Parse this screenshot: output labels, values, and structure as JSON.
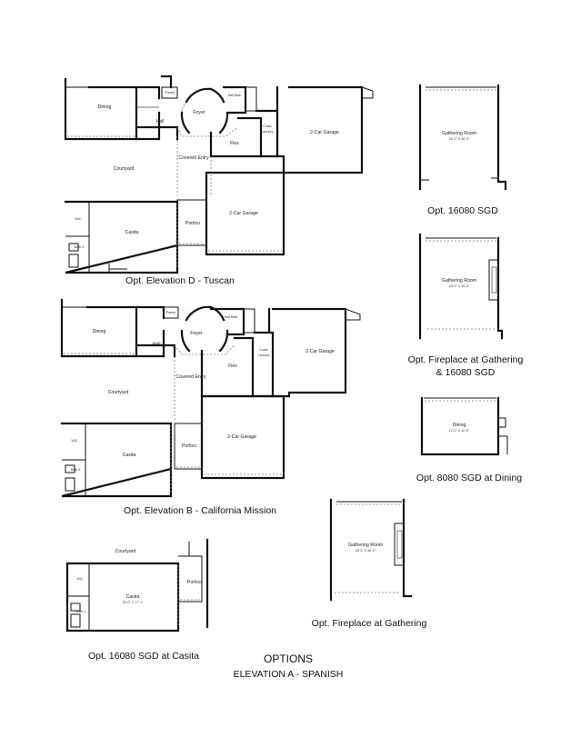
{
  "sheet": {
    "title": "OPTIONS",
    "subtitle": "ELEVATION A - SPANISH"
  },
  "plans": {
    "tuscan": {
      "caption": "Opt. Elevation D - Tuscan",
      "rooms": {
        "dining": "Dining",
        "hall": "Hall",
        "pantry": "Pantry",
        "foyer": "Foyer",
        "half_bath": "Half Bath",
        "flex": "Flex",
        "covered_entry": "Covered Entry",
        "courtyard": "Courtyard",
        "garage_top": "2-Car Garage",
        "garage_bottom": "2-Car Garage",
        "portico": "Portico",
        "casita": "Casita",
        "bath": "Bath 4",
        "wic": "WIC",
        "laundry": "Laundry",
        "coats": "Coats"
      }
    },
    "mission": {
      "caption": "Opt. Elevation B - California Mission",
      "rooms": {
        "dining": "Dining",
        "hall": "Hall",
        "pantry": "Pantry",
        "foyer": "Foyer",
        "half_bath": "Half Bath",
        "flex": "Flex",
        "covered_entry": "Covered Entry",
        "courtyard": "Courtyard",
        "garage_top": "2-Car Garage",
        "garage_bottom": "2-Car Garage",
        "portico": "Portico",
        "casita": "Casita",
        "bath": "Bath 4",
        "wic": "WIC",
        "laundry": "Laundry",
        "coats": "Coats"
      }
    },
    "casita_sgd": {
      "caption": "Opt. 16080 SGD at Casita",
      "rooms": {
        "courtyard": "Courtyard",
        "casita": "Casita",
        "casita_dims": "20'-0\" X 17'-1\"",
        "portico": "Portico",
        "bath": "Bath 4",
        "wic": "WIC"
      }
    },
    "gathering_sgd": {
      "caption": "Opt. 16080 SGD",
      "room": "Gathering Room",
      "dims": "18'-0\" X 26'-0\""
    },
    "fireplace_sgd": {
      "caption_line1": "Opt. Fireplace at Gathering",
      "caption_line2": "& 16080 SGD",
      "room": "Gathering Room",
      "dims": "18'-0\" X 26'-0\""
    },
    "dining_sgd": {
      "caption": "Opt. 8080 SGD at Dining",
      "room": "Dining",
      "dims": "12'-0\" X 12'-0\""
    },
    "fireplace": {
      "caption": "Opt. Fireplace at Gathering",
      "room": "Gathering Room",
      "dims": "18'-0\" X 26'-0\""
    }
  }
}
